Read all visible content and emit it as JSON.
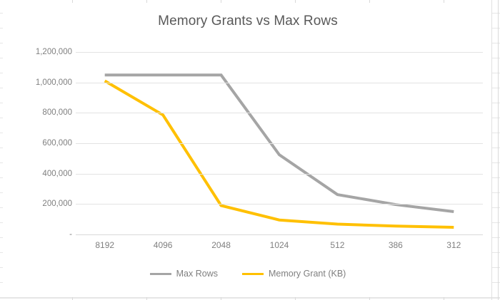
{
  "chart_data": {
    "type": "line",
    "title": "Memory Grants vs Max Rows",
    "xlabel": "",
    "ylabel": "",
    "categories": [
      "8192",
      "4096",
      "2048",
      "1024",
      "512",
      "386",
      "312"
    ],
    "series": [
      {
        "name": "Max Rows",
        "color": "#a5a5a5",
        "values": [
          1048576,
          1048576,
          1048576,
          524288,
          262144,
          196608,
          150000
        ]
      },
      {
        "name": "Memory Grant (KB)",
        "color": "#ffc000",
        "values": [
          1010000,
          786000,
          190000,
          95000,
          68000,
          55000,
          47000
        ]
      }
    ],
    "ylim": [
      0,
      1200000
    ],
    "ytick_values": [
      1200000,
      1000000,
      800000,
      600000,
      400000,
      200000,
      0
    ],
    "ytick_labels": [
      "1,200,000",
      "1,000,000",
      "800,000",
      "600,000",
      "400,000",
      "200,000",
      " -"
    ],
    "grid": true,
    "grid_color": "#e3e3e3",
    "legend_position": "bottom",
    "plot_background": "#ffffff",
    "title_color": "#595959",
    "tick_label_color": "#7f7f7f"
  }
}
